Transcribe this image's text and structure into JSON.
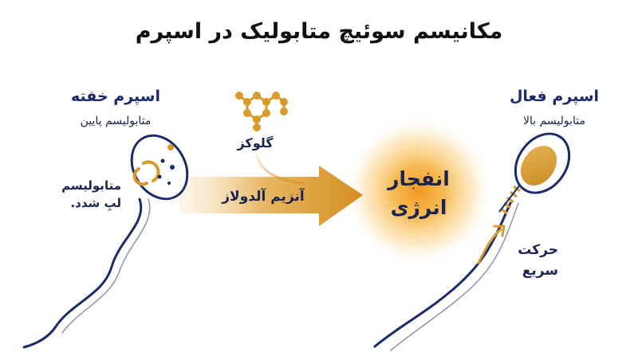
{
  "title": "مکانیسم سوئیچ متابولیک در اسپرم",
  "left_cell": {
    "heading": "اسپرم خفته",
    "subheading": "متابولیسم پایین",
    "note_line1": "متابولیسم",
    "note_line2": "لبِ شدد."
  },
  "right_cell": {
    "heading": "اسپرم فعال",
    "subheading": "متابولیسم بالا",
    "motion_line1": "حرکت",
    "motion_line2": "سریع"
  },
  "glucose_label": "گلوکز",
  "arrow_label": "آنزیم آلدولاز",
  "burst": {
    "line1": "انفجار",
    "line2": "انرژی"
  },
  "colors": {
    "navy": "#1b2a6b",
    "accent": "#d99a2b",
    "glow": "#f6b443"
  }
}
